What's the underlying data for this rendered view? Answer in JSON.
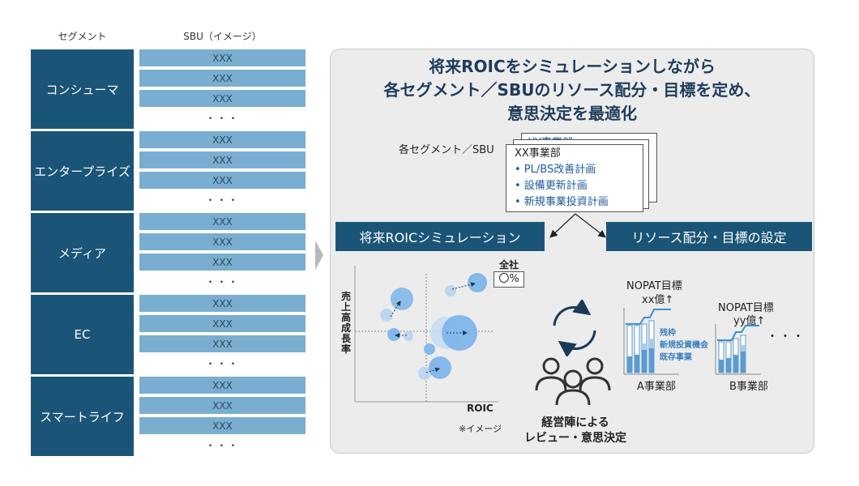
{
  "columns": {
    "segment_header": "セグメント",
    "sbu_header": "SBU（イメージ）"
  },
  "segments": [
    {
      "label": "コンシューマ",
      "sbus": [
        "XXX",
        "XXX",
        "XXX"
      ],
      "more": "・・・"
    },
    {
      "label": "エンタープライズ",
      "sbus": [
        "XXX",
        "XXX",
        "XXX"
      ],
      "more": "・・・"
    },
    {
      "label": "メディア",
      "sbus": [
        "XXX",
        "XXX",
        "XXX"
      ],
      "more": "・・・"
    },
    {
      "label": "EC",
      "sbus": [
        "XXX",
        "XXX",
        "XXX"
      ],
      "more": "・・・"
    },
    {
      "label": "スマートライフ",
      "sbus": [
        "XXX",
        "XXX",
        "XXX"
      ],
      "more": "・・・"
    }
  ],
  "panel": {
    "heading": [
      "将来ROICをシミュレーションしながら",
      "各セグメント／SBUのリソース配分・目標を定め、",
      "意思決定を最適化"
    ],
    "docs_label": "各セグメント／SBU",
    "doc_back_title": "YY事業部",
    "doc_front_title": "XX事業部",
    "doc_items": [
      "• PL/BS改善計画",
      "• 設備更新計画",
      "• 新規事業投資計画"
    ],
    "box_left": "将来ROICシミュレーション",
    "box_right": "リソース配分・目標の設定",
    "scatter": {
      "total_label": "全社",
      "total_value": "〇%",
      "y_label": "売上高成長率",
      "x_label": "ROIC",
      "note": "※イメージ"
    },
    "review_label": [
      "経営陣による",
      "レビュー・意思決定"
    ],
    "bars_a": {
      "target_label": "NOPAT目標",
      "target_value": "xx億↑",
      "legend": [
        "残枠",
        "新規投資機会",
        "既存事業"
      ],
      "name": "A事業部"
    },
    "bars_b": {
      "target_label": "NOPAT目標",
      "target_value": "yy億↑",
      "name": "B事業部",
      "more": "・・・"
    }
  },
  "colors": {
    "navy": "#1a5577",
    "light_blue": "#7aaed0",
    "heading": "#1f3c5c",
    "bubble": "#7ab4ea"
  }
}
